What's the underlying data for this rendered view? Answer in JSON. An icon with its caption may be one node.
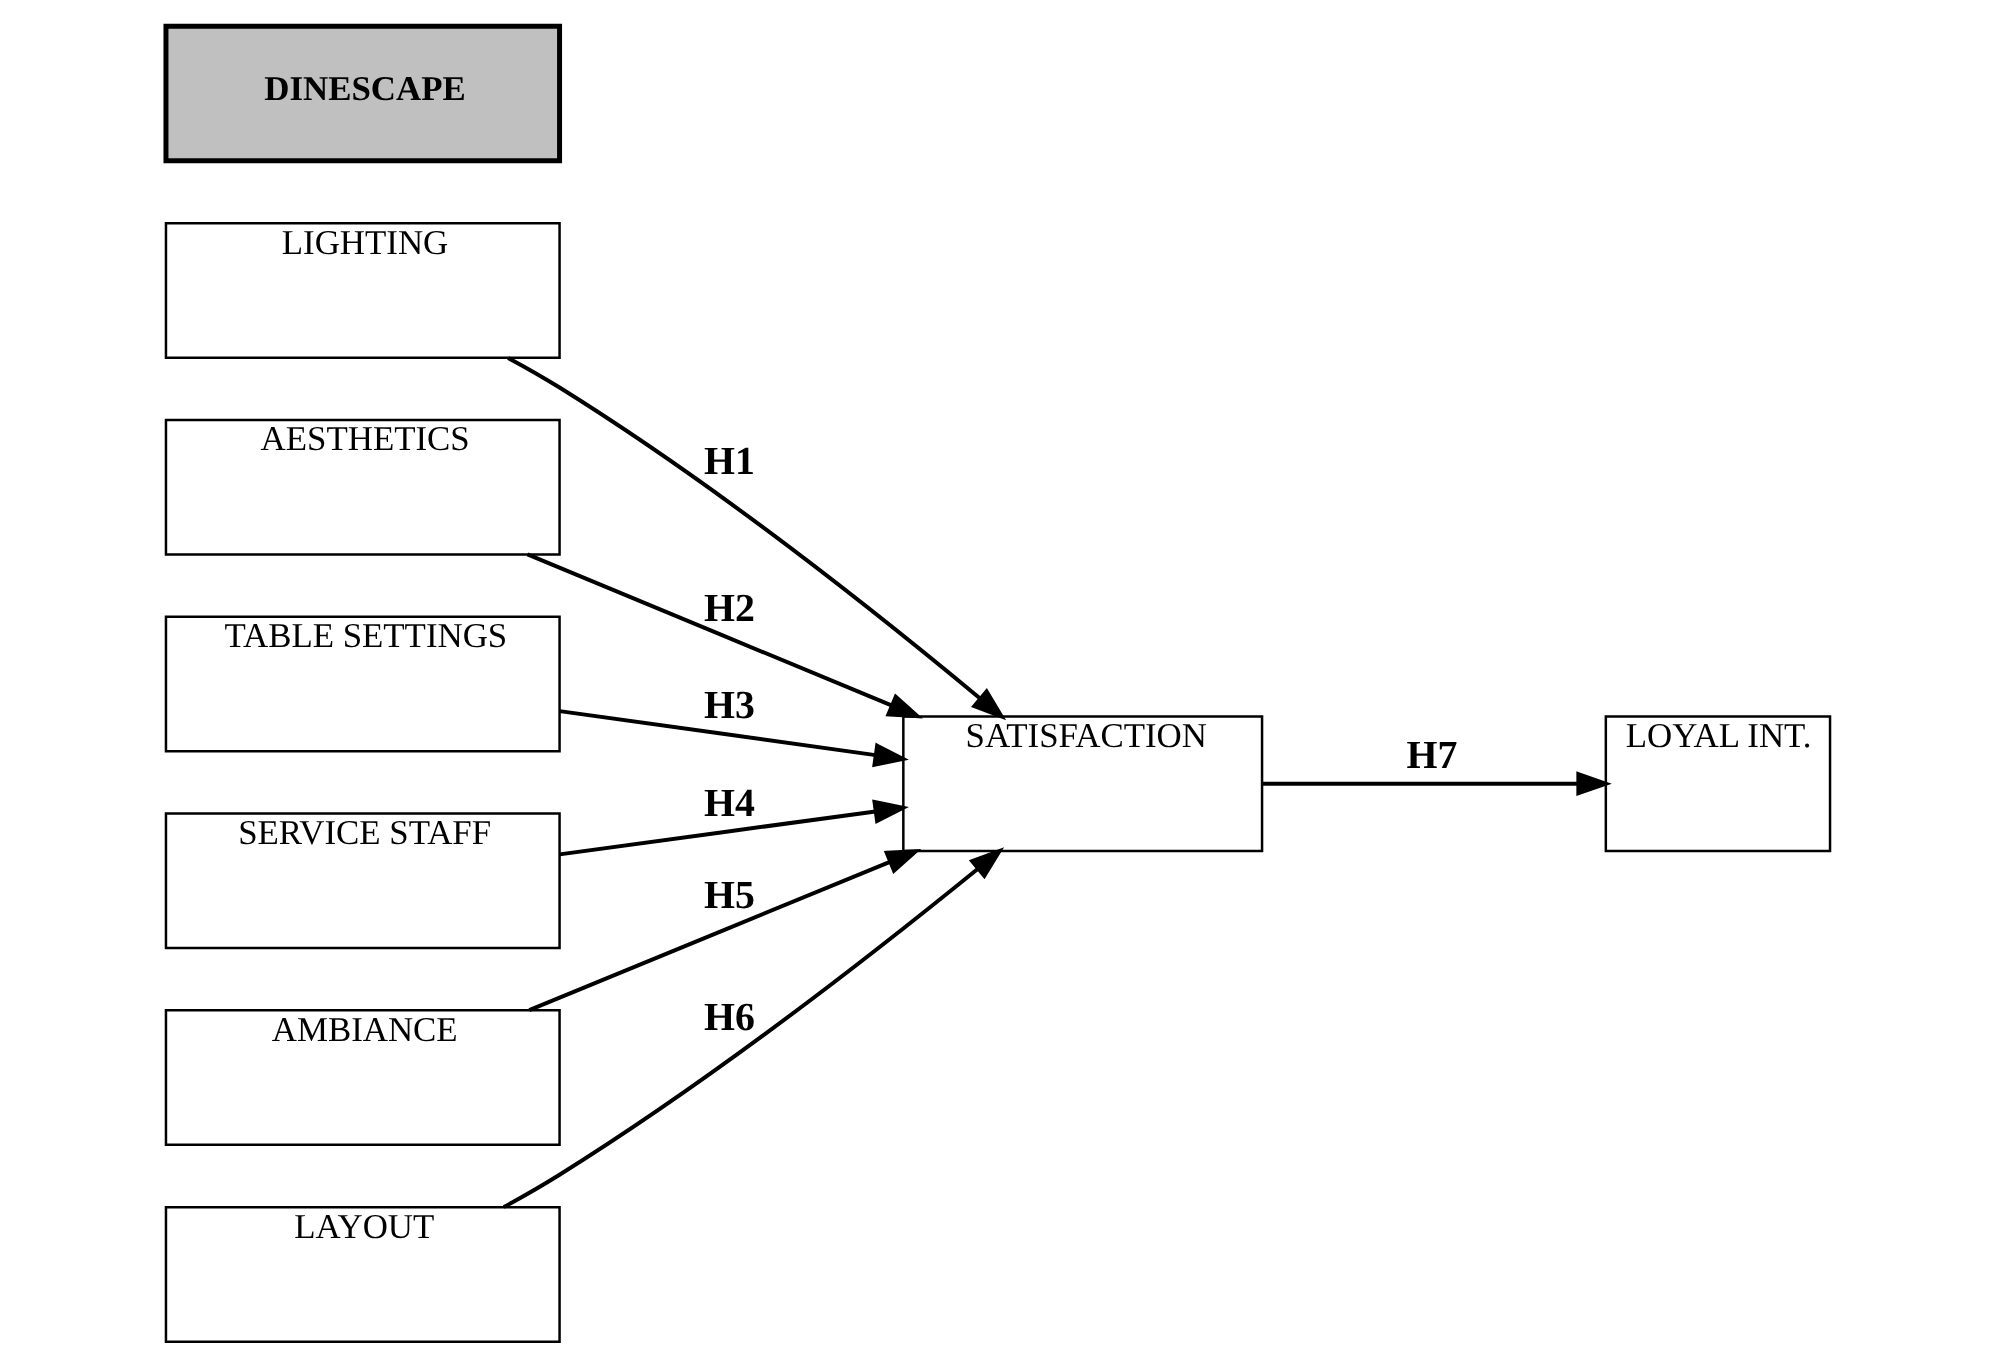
{
  "diagram": {
    "nodes": [
      {
        "text": [
          "LIGHTING"
        ]
      },
      {
        "text": [
          "AESTHETICS"
        ]
      },
      {
        "text": [
          "TABLE SETTINGS"
        ]
      },
      {
        "text": [
          "SERVICE STAFF"
        ]
      },
      {
        "text": [
          "AMBIANCE"
        ]
      },
      {
        "text": [
          "LAYOUT"
        ]
      },
      {
        "text": [
          "SATISFACTION"
        ]
      },
      {
        "text": [
          "LOYAL INT."
        ]
      },
      {
        "text": [
          "DINESCAPE"
        ]
      }
    ],
    "edges": [
      {
        "from": 0,
        "to": 6,
        "arrow": "to",
        "label": "H1"
      },
      {
        "from": 1,
        "to": 6,
        "arrow": "to",
        "label": "H2"
      },
      {
        "from": 2,
        "to": 6,
        "arrow": "to",
        "label": "H3"
      },
      {
        "from": 3,
        "to": 6,
        "arrow": "to",
        "label": "H4"
      },
      {
        "from": 4,
        "to": 6,
        "arrow": "to",
        "label": "H5"
      },
      {
        "from": 5,
        "to": 6,
        "arrow": "to",
        "label": "H6"
      },
      {
        "from": 6,
        "to": 7,
        "arrow": "to",
        "label": "H7"
      }
    ]
  }
}
